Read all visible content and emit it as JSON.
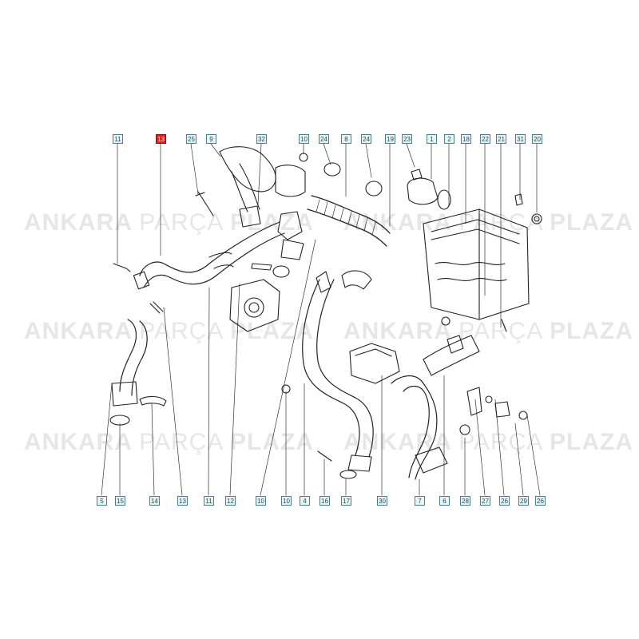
{
  "diagram": {
    "top_callouts": [
      "11",
      "13",
      "25",
      "9",
      "32",
      "10",
      "24",
      "8",
      "24",
      "19",
      "23",
      "1",
      "2",
      "18",
      "22",
      "21",
      "31",
      "20"
    ],
    "highlighted_callout": "13",
    "bottom_callouts": [
      "5",
      "15",
      "14",
      "13",
      "11",
      "12",
      "10",
      "10",
      "4",
      "16",
      "17",
      "30",
      "7",
      "6",
      "28",
      "27",
      "26",
      "29",
      "26"
    ]
  },
  "watermark": {
    "word1": "ANKARA",
    "word2": "PARÇA",
    "word3": "PLAZA",
    "color": "#e6e6e6"
  },
  "colors": {
    "callout_border": "#4a7f8c",
    "callout_fill": "#e8f3f5",
    "highlight": "#e0201c",
    "line": "#222222"
  }
}
